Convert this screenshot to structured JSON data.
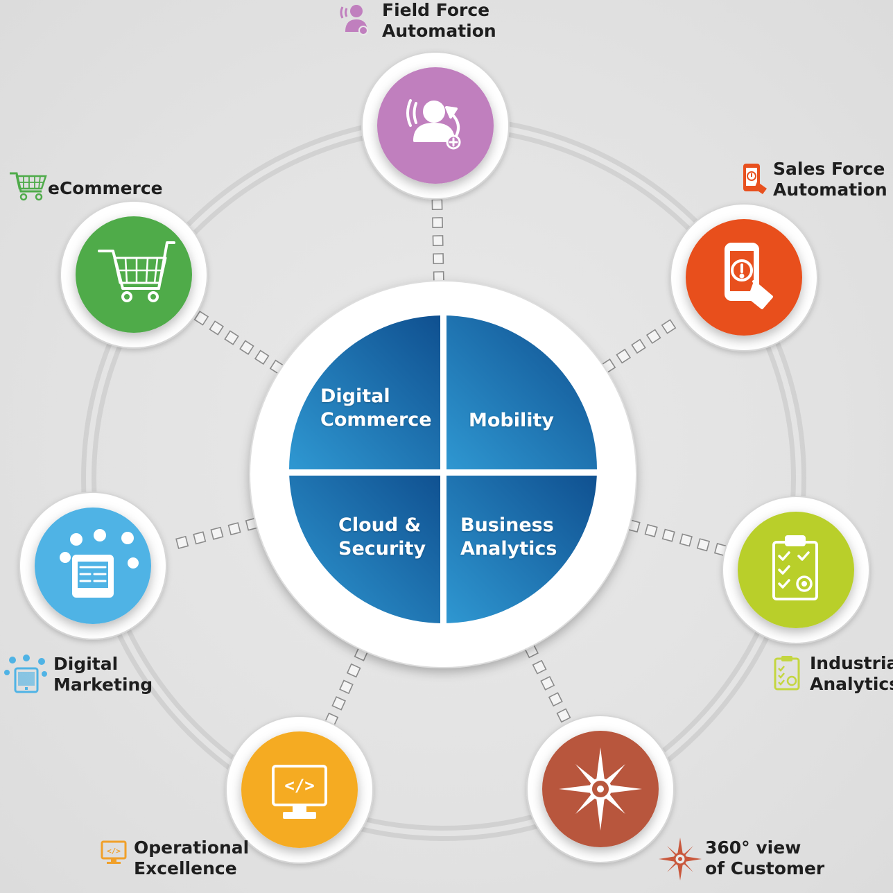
{
  "center": {
    "quadrants": [
      {
        "id": "digital-commerce",
        "lines": [
          "Digital",
          "Commerce"
        ]
      },
      {
        "id": "mobility",
        "lines": [
          "Mobility"
        ]
      },
      {
        "id": "cloud-security",
        "lines": [
          "Cloud &",
          "Security"
        ]
      },
      {
        "id": "business-analytics",
        "lines": [
          "Business",
          "Analytics"
        ]
      }
    ],
    "colors": {
      "dark": "#0f4f8f",
      "light": "#2f98d2"
    }
  },
  "nodes": [
    {
      "id": "field-force-automation",
      "lines": [
        "Field Force",
        "Automation"
      ],
      "color": "#c07fbe",
      "icon": "person-signal-icon"
    },
    {
      "id": "sales-force-automation",
      "lines": [
        "Sales Force",
        "Automation"
      ],
      "color": "#e8501e",
      "icon": "mobile-alert-icon"
    },
    {
      "id": "industrial-analytics",
      "lines": [
        "Industrial",
        "Analytics"
      ],
      "color": "#b9cf2a",
      "icon": "clipboard-checklist-icon"
    },
    {
      "id": "360-view-of-customer",
      "lines": [
        "360° view",
        "of Customer"
      ],
      "color": "#b8573d",
      "icon": "compass-icon"
    },
    {
      "id": "operational-excellence",
      "lines": [
        "Operational",
        "Excellence"
      ],
      "color": "#f5ab24",
      "icon": "code-monitor-icon"
    },
    {
      "id": "digital-marketing",
      "lines": [
        "Digital",
        "Marketing"
      ],
      "color": "#4fb3e5",
      "icon": "tablet-social-icon"
    },
    {
      "id": "ecommerce",
      "lines": [
        "eCommerce"
      ],
      "color": "#4fab4a",
      "icon": "shopping-cart-icon"
    }
  ]
}
